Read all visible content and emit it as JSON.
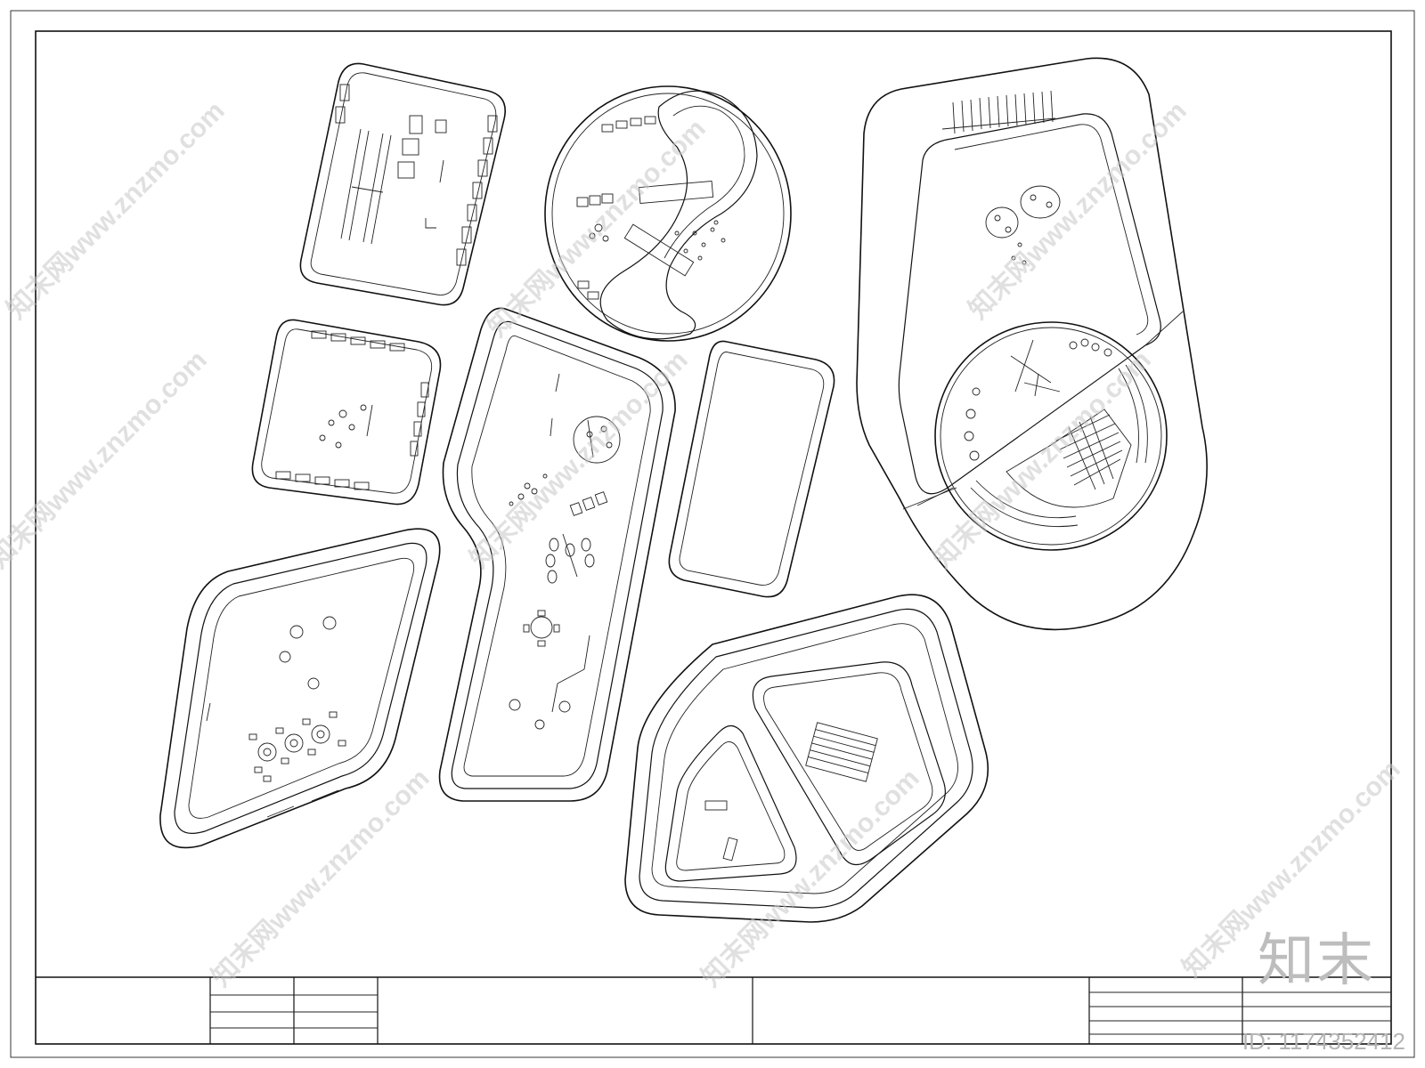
{
  "watermark": {
    "site_text": "知末网www.znzmo.com",
    "logo_text": "知末",
    "id_text": "ID: 1174352412"
  },
  "colors": {
    "line": "#111111",
    "watermark": "#bdbdbd",
    "background": "#ffffff"
  }
}
